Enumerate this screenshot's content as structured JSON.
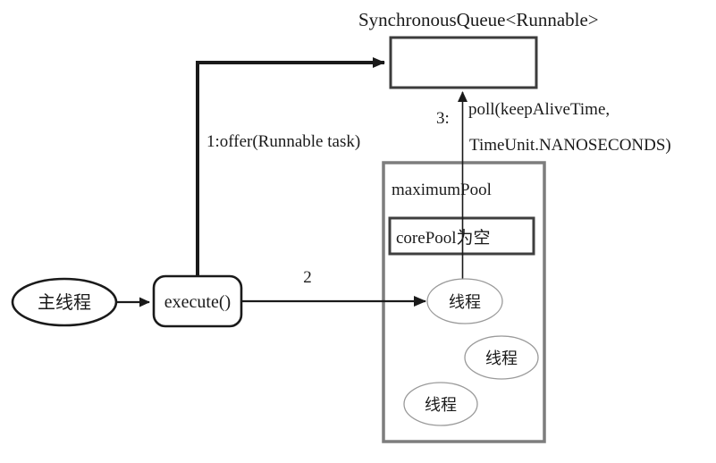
{
  "diagram": {
    "title": "SynchronousQueue<Runnable>",
    "nodes": {
      "main_thread": "主线程",
      "execute": "execute()",
      "maximum_pool": "maximumPool",
      "core_pool": "corePool为空",
      "threads": [
        "线程",
        "线程",
        "线程"
      ]
    },
    "edges": {
      "offer_label": "1:offer(Runnable task)",
      "step2_label": "2",
      "step3_label": "3:",
      "poll_line1": "poll(keepAliveTime,",
      "poll_line2": "TimeUnit.NANOSECONDS)"
    },
    "colors": {
      "line": "#1a1a1a",
      "pool_border": "#7d7d7d",
      "core_border": "#3f3f3f",
      "thread_border": "#9a9a9a",
      "background": "#ffffff"
    }
  }
}
